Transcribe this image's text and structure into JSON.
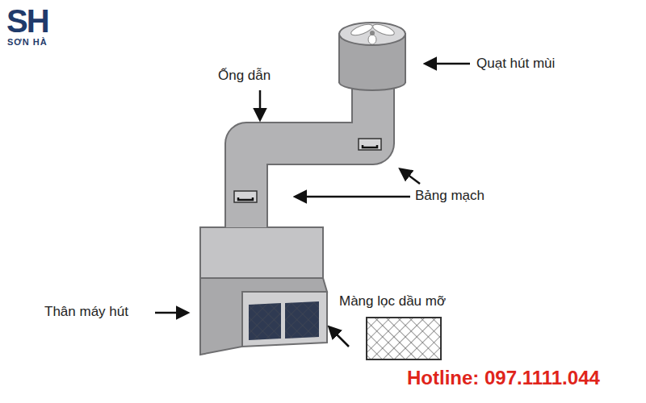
{
  "diagram": {
    "labels": [
      "SH",
      "SƠN HÀ",
      "Ống dẫn",
      "Quạt hút mùi",
      "Bảng mạch",
      "Thân máy hút",
      "Màng lọc dầu mỡ",
      "Hotline: 097.1111.044"
    ]
  }
}
